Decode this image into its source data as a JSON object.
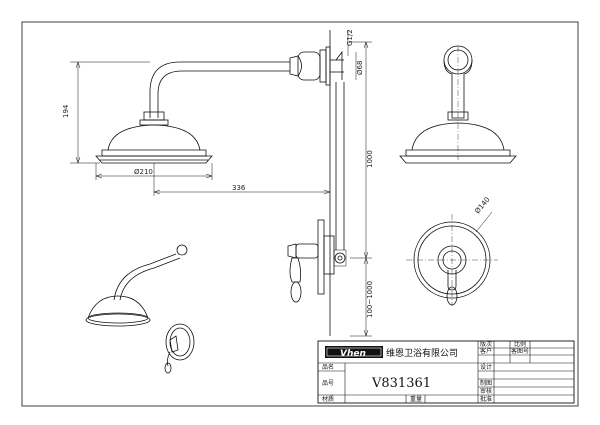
{
  "dimensions": {
    "height_194": "194",
    "diameter_210": "Ø210",
    "reach_336": "336",
    "thread_g12": "G1/2",
    "diameter_68": "Ø68",
    "length_1000": "1000",
    "range_100_1000": "100~1000",
    "diameter_140": "Ø140"
  },
  "title_block": {
    "brand_logo": "Vhen",
    "company": "维恩卫浴有限公司",
    "model_number": "V831361",
    "labels": {
      "version": "版次",
      "ratio": "比例",
      "customer": "客户",
      "customer_no": "客图号",
      "design": "设计",
      "drawing": "制图",
      "review": "审核",
      "approve": "批准",
      "name": "品名",
      "part_no": "品号",
      "material": "材质",
      "weight": "重量"
    }
  }
}
